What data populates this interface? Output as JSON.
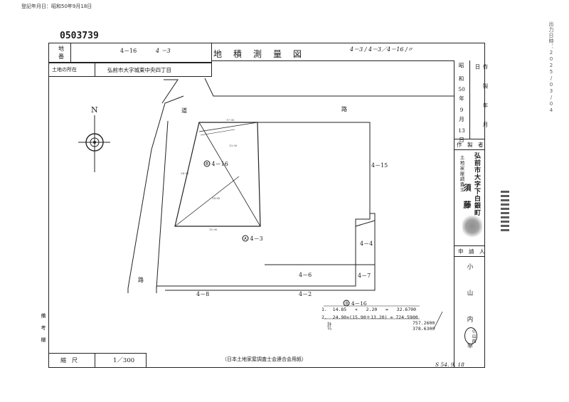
{
  "page": {
    "issue_line": "登記年月日：昭和50年9月18日",
    "doc_number": "0503739",
    "right_margin_stamp": "出力日時：2025/03/04"
  },
  "header": {
    "chiban_label": "地　　番",
    "chiban_value": "4－16",
    "chiban_hand": "4 －3",
    "title": "地　積　測　量　図",
    "title_hand": "4－3 / 4－3／4－16 /〃",
    "location_label": "土地の所在",
    "location_value": "弘前市大字城東中央四丁目"
  },
  "right_panel": {
    "era_label": "昭 和",
    "era_year": "50",
    "year_unit": "年",
    "month": "9",
    "month_unit": "月",
    "day": "13",
    "day_unit": "日",
    "made_label": "作　製　年　月　日",
    "author_label": "作　製　者",
    "author_title": "土地家屋調査士",
    "author_address": "弘前市大字下白銀町",
    "author_name": "須　藤",
    "applicant_label": "申　請　人",
    "applicant_name": "小　山　内　幸",
    "applicant_seal": "小山内"
  },
  "drawing": {
    "north": "N",
    "road_top_left": "道",
    "road_top_right": "路",
    "road_bottom": "路",
    "parcel_b_label": "Ⓑ 4－16",
    "parcel_a_label": "Ⓐ 4－3",
    "neighbors": {
      "n4_15": "4－15",
      "n4_4": "4－4",
      "n4_6": "4－6",
      "n4_7": "4－7",
      "n4_8": "4－8",
      "n4_2": "4－2"
    }
  },
  "calc": {
    "header": "Ⓑ 4－16",
    "row1": "1.  14.85   ×   2.20   =   32.6700",
    "row2": "2.  24.90×(15.90＋13.20) = 724.5900",
    "total_label": "計",
    "total_value": "757.2600",
    "half_label": "½",
    "half_value": "378.6300"
  },
  "footer": {
    "scale_label": "縮　尺",
    "scale_value": "1／300",
    "form_note": "（日本土地家屋調査士会連合会用紙）",
    "date_hand": "S 54. 9. 18",
    "left_side": "備 考 欄"
  }
}
